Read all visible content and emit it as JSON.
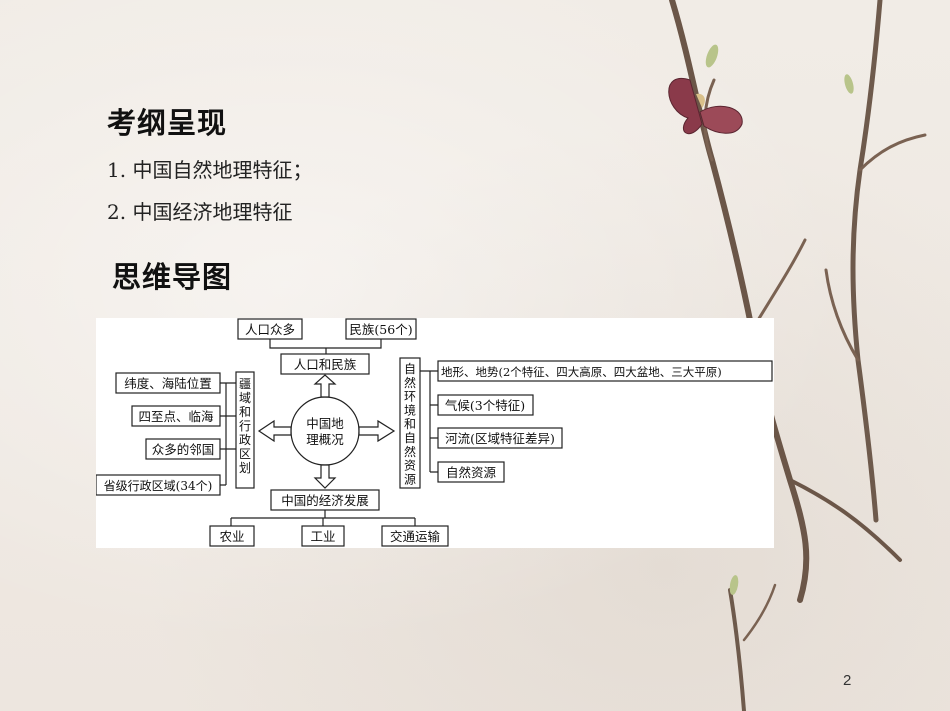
{
  "slide": {
    "heading_outline": "考纲呈现",
    "outline_items": [
      "1. 中国自然地理特征；",
      "2. 中国经济地理特征"
    ],
    "heading_mindmap": "思维导图",
    "page_number": "2"
  },
  "mindmap": {
    "center": [
      "中国地",
      "理概况"
    ],
    "top": {
      "label": "人口和民族",
      "children": [
        "人口众多",
        "民族(56个)"
      ]
    },
    "left": {
      "label": "疆域和行政区划",
      "children": [
        "纬度、海陆位置",
        "四至点、临海",
        "众多的邻国",
        "省级行政区域(34个)"
      ]
    },
    "right": {
      "label": "自然环境和自然资源",
      "children": [
        "地形、地势(2个特征、四大高原、四大盆地、三大平原)",
        "气候(3个特征)",
        "河流(区域特征差异)",
        "自然资源"
      ]
    },
    "bottom": {
      "label": "中国的经济发展",
      "children": [
        "农业",
        "工业",
        "交通运输"
      ]
    }
  }
}
